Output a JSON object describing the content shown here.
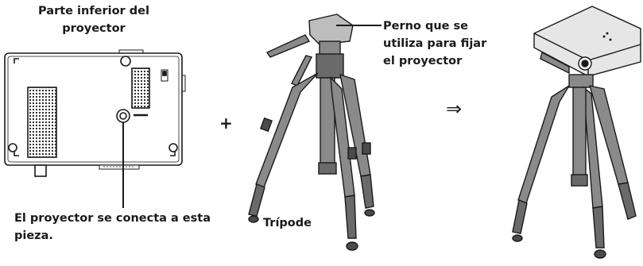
{
  "labels": {
    "bottom_of_projector": "Parte inferior del proyector",
    "connects_here": "El proyector se conecta a esta pieza.",
    "bolt_description": "Perno que se utiliza para fijar el proyector",
    "tripod": "Trípode"
  },
  "symbols": {
    "plus": "+",
    "arrow": "⇒"
  },
  "colors": {
    "outline": "#1a1a1a",
    "tripod_leg": "#8a8a8a",
    "tripod_dark": "#4a4a4a",
    "projector_body": "#e6e6e6"
  }
}
